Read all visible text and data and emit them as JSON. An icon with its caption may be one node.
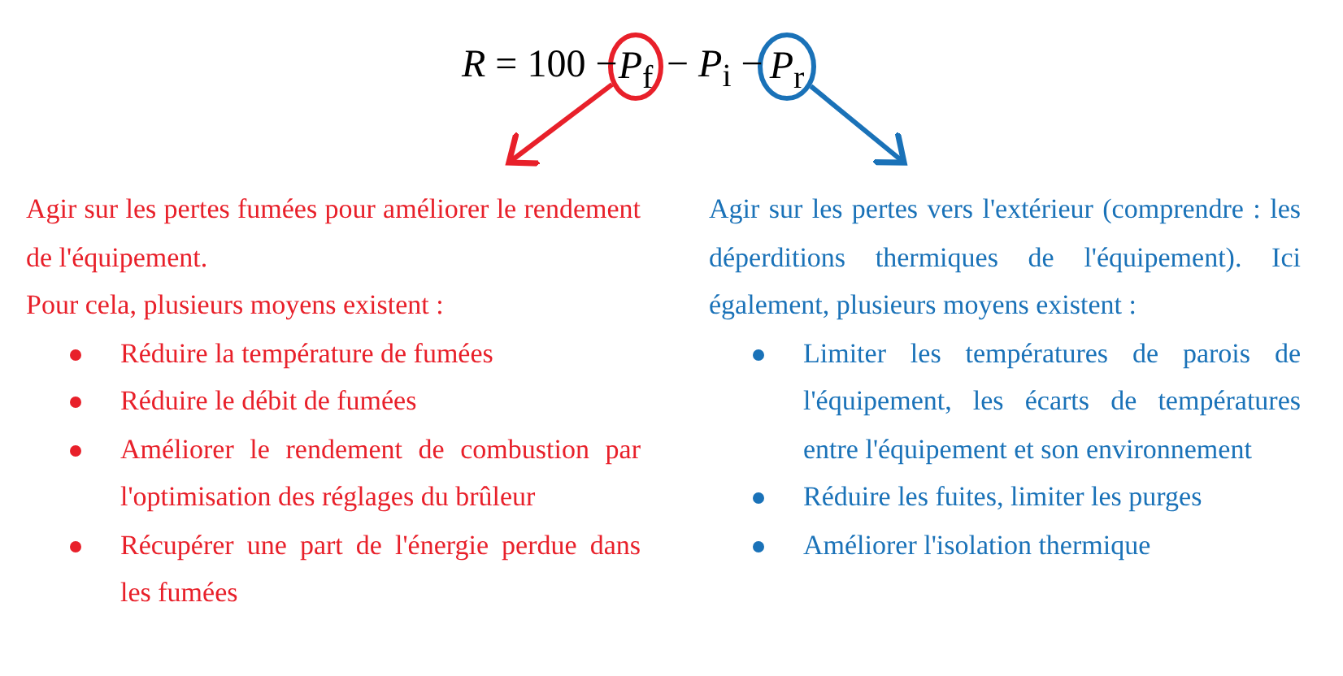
{
  "diagram": {
    "nodes": [
      {
        "text": [
          "*P*$_{f}$"
        ]
      },
      {
        "text": [
          "*P*$_{r}$"
        ]
      },
      {
        "text": [
          "Agir sur les pertes fumées pour améliorer le rendement de l'équipement.",
          "Pour cela, plusieurs moyens existent :",
          "Réduire la température de fumées",
          "Réduire le débit de fumées",
          "Améliorer le rendement de combustion par l'optimisation des réglages du brûleur",
          "Récupérer une part de l'énergie perdue dans les fumées"
        ]
      },
      {
        "text": [
          "Agir sur les pertes vers l'extérieur (comprendre : les déperditions thermiques de l'équipement). Ici également, plusieurs moyens existent :",
          "Limiter les températures de parois de l'équipement, les écarts de températures entre l'équipement et son environnement",
          "Réduire les fuites, limiter les purges",
          "Améliorer l'isolation thermique"
        ]
      }
    ],
    "edges": [
      {
        "from": 0,
        "to": 2,
        "arrow": "to",
        "color": "#e8202a"
      },
      {
        "from": 1,
        "to": 3,
        "arrow": "to",
        "color": "#1a72b8"
      }
    ],
    "labels": [
      "*R* = 100 −",
      "− *P*$_{i}$ −"
    ]
  }
}
